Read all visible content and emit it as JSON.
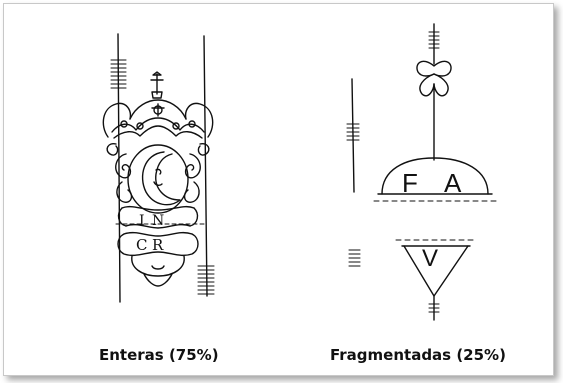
{
  "figure": {
    "left_caption": "Enteras (75%)",
    "right_caption": "Fragmentadas (25%)",
    "left_mark_letters": [
      "I",
      "N",
      "C",
      "R"
    ],
    "right_upper_letters": [
      "F",
      "A"
    ],
    "right_lower_letters": [
      "V"
    ]
  }
}
